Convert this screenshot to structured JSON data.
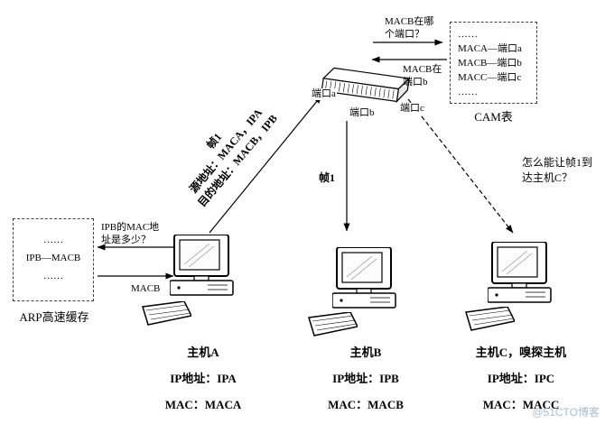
{
  "cam_table": {
    "label": "CAM表",
    "rows": [
      "……",
      "MACA—端口a",
      "MACB—端口b",
      "MACC—端口c",
      "……"
    ]
  },
  "arp_cache": {
    "label": "ARP高速缓存",
    "rows": [
      "……",
      "IPB—MACB",
      "……"
    ]
  },
  "switch": {
    "port_a": "端口a",
    "port_b": "端口b",
    "port_c": "端口c"
  },
  "messages": {
    "cam_query_line1": "MACB在哪",
    "cam_query_line2": "个端口？",
    "cam_reply_line1": "MACB在",
    "cam_reply_line2": "端口b",
    "frame1": "帧1",
    "frame_src": "源地址：MACA，IPA",
    "frame_dst": "目的地址：MACB，IPB",
    "frame1_down": "帧1",
    "sniff_line1": "怎么能让帧1到",
    "sniff_line2": "达主机C？",
    "arp_query_line1": "IPB的MAC地",
    "arp_query_line2": "址是多少？",
    "arp_reply": "MACB"
  },
  "hosts": [
    {
      "name": "主机A",
      "ip": "IP地址：IPA",
      "mac": "MAC：MACA"
    },
    {
      "name": "主机B",
      "ip": "IP地址：IPB",
      "mac": "MAC：MACB"
    },
    {
      "name": "主机C，嗅探主机",
      "ip": "IP地址：IPC",
      "mac": "MAC：MACC"
    }
  ],
  "watermark": "@51CTO博客"
}
